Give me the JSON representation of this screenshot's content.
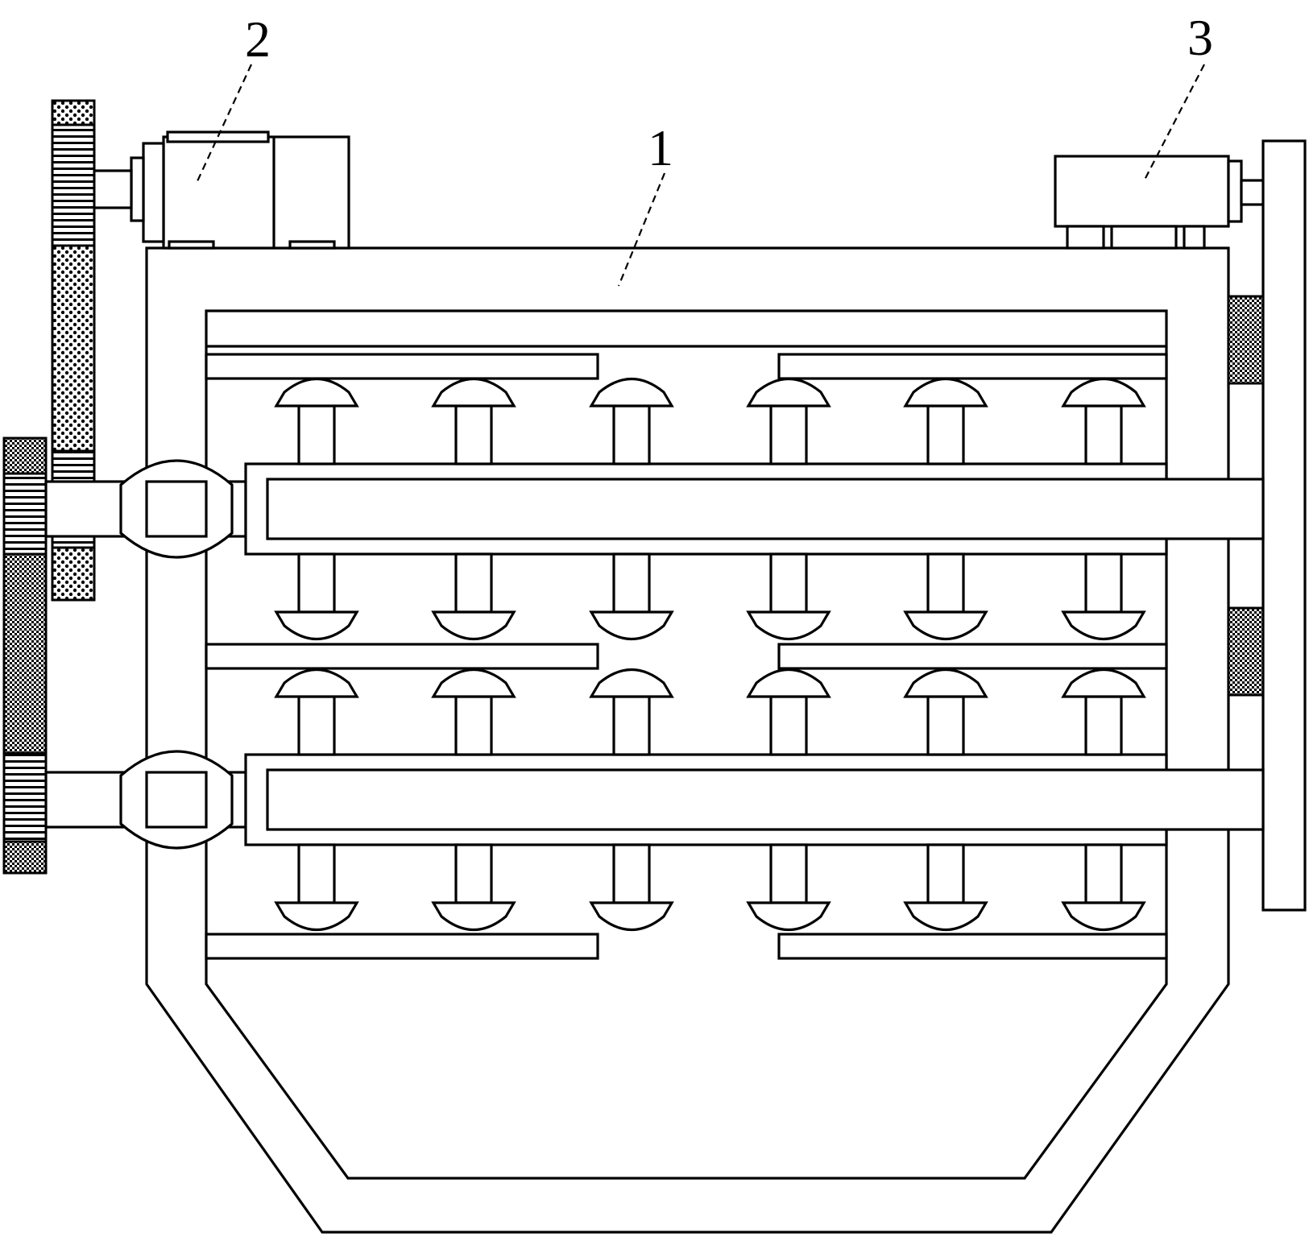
{
  "callouts": [
    {
      "id": "housing",
      "label": "1"
    },
    {
      "id": "motor",
      "label": "2"
    },
    {
      "id": "side-drive",
      "label": "3"
    }
  ],
  "rotors": {
    "count": 2,
    "paddles_per_row": 6
  }
}
